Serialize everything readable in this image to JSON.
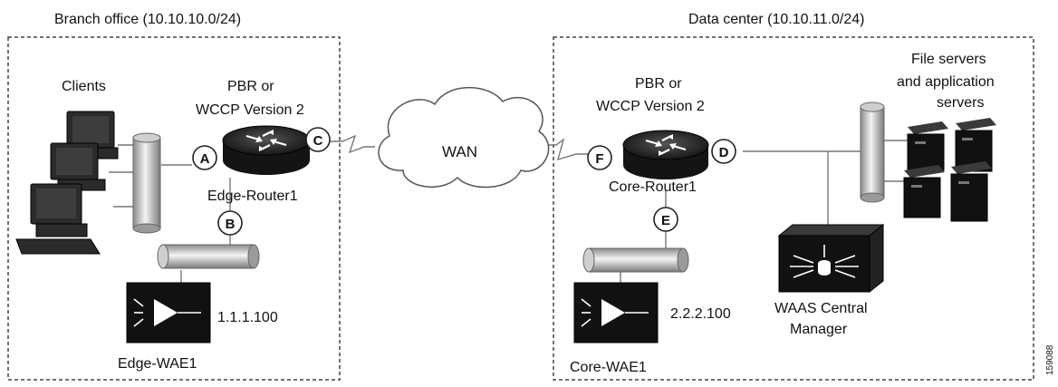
{
  "branch": {
    "title": "Branch office (10.10.10.0/24)",
    "clients_label": "Clients",
    "router_protocol_line1": "PBR or",
    "router_protocol_line2": "WCCP Version 2",
    "router_name": "Edge-Router1",
    "wae_ip": "1.1.1.100",
    "wae_name": "Edge-WAE1",
    "interfaces": {
      "a": "A",
      "b": "B",
      "c": "C"
    }
  },
  "wan": {
    "label": "WAN"
  },
  "datacenter": {
    "title": "Data center (10.10.11.0/24)",
    "router_protocol_line1": "PBR or",
    "router_protocol_line2": "WCCP Version 2",
    "router_name": "Core-Router1",
    "wae_ip": "2.2.2.100",
    "wae_name": "Core-WAE1",
    "servers_line1": "File servers",
    "servers_line2": "and application",
    "servers_line3": "servers",
    "manager_line1": "WAAS Central",
    "manager_line2": "Manager",
    "interfaces": {
      "d": "D",
      "e": "E",
      "f": "F"
    }
  },
  "figure_id": "159088"
}
